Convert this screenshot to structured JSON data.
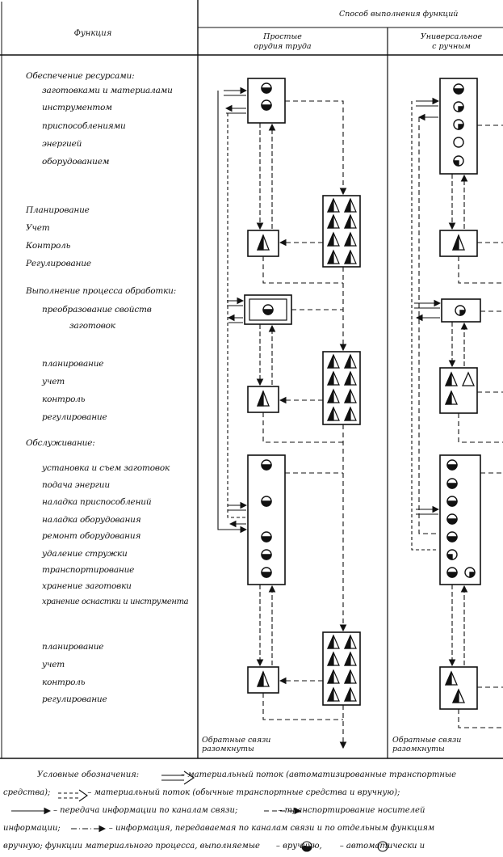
{
  "header": {
    "function_col": "Функция",
    "method_group": "Способ выполнения функций",
    "col1": [
      "Простые",
      "орудия труда"
    ],
    "col2": [
      "Универсальное",
      "с ручным"
    ]
  },
  "rows": {
    "g1_title": "Обеспечение ресурсами:",
    "g1_items": [
      "заготовками и материалами",
      "инструментом",
      "приспособлениями",
      "энергией",
      "оборудованием"
    ],
    "g2_items": [
      "Планирование",
      "Учет",
      "Контроль",
      "Регулирование"
    ],
    "g3_title": "Выполнение процесса обработки:",
    "g3_sub1": "преобразование свойств",
    "g3_sub2": "заготовок",
    "g4_items": [
      "планирование",
      "учет",
      "контроль",
      "регулирование"
    ],
    "g5_title": "Обслуживание:",
    "g5_items": [
      "установка и съем заготовок",
      "подача энергии",
      "наладка приспособлений",
      "наладка оборудования",
      "ремонт оборудования",
      "удаление стружки",
      "транспортирование",
      "хранение заготовки",
      "хранение оснастки и инструмента"
    ],
    "g6_items": [
      "планирование",
      "учет",
      "контроль",
      "регулирование"
    ]
  },
  "feedback": {
    "col1": [
      "Обратные связи",
      "разомкнуты"
    ],
    "col2": [
      "Обратные связи",
      "разомкнуты"
    ]
  },
  "legend": {
    "title": "Условные обозначения:",
    "t1": "– материальный поток (автоматизированные транспортные",
    "t2": "средства);",
    "t3": "– материальный поток (обычные транспортные средства и вручную);",
    "t4": "– передача информации по каналам связи;",
    "t5": "– транспортирование носителей",
    "t6": "информации;",
    "t7": "– информация, передаваемая по каналам связи и по отдельным функциям",
    "t8": "вручную; функции материального процесса, выполняемые",
    "t9": "– вручную,",
    "t10": "– автоматически и"
  }
}
